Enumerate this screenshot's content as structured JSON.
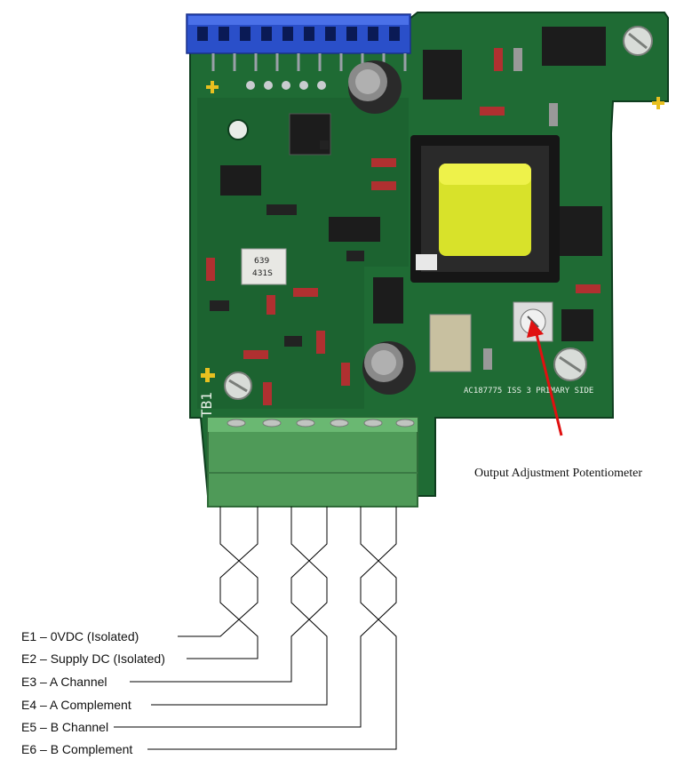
{
  "board": {
    "terminal_block_label": "TB1",
    "silkscreen_text": "AC187775 ISS 3 PRIMARY SIDE",
    "optocoupler_marking_1": "639",
    "optocoupler_marking_2": "431S",
    "colors": {
      "pcb": "#1f6b34",
      "pcb_dark": "#14502a",
      "header": "#2a4fc9",
      "terminal_block": "#4f9a58",
      "transformer_core": "#d8e22a",
      "annotation_arrow": "#e01010"
    }
  },
  "callout": {
    "label": "Output Adjustment Potentiometer"
  },
  "wires": [
    {
      "id": "E1",
      "label": "E1 – 0VDC (Isolated)"
    },
    {
      "id": "E2",
      "label": "E2 – Supply DC (Isolated)"
    },
    {
      "id": "E3",
      "label": "E3 – A Channel"
    },
    {
      "id": "E4",
      "label": "E4 – A Complement"
    },
    {
      "id": "E5",
      "label": "E5 – B Channel"
    },
    {
      "id": "E6",
      "label": "E6 – B Complement"
    }
  ]
}
